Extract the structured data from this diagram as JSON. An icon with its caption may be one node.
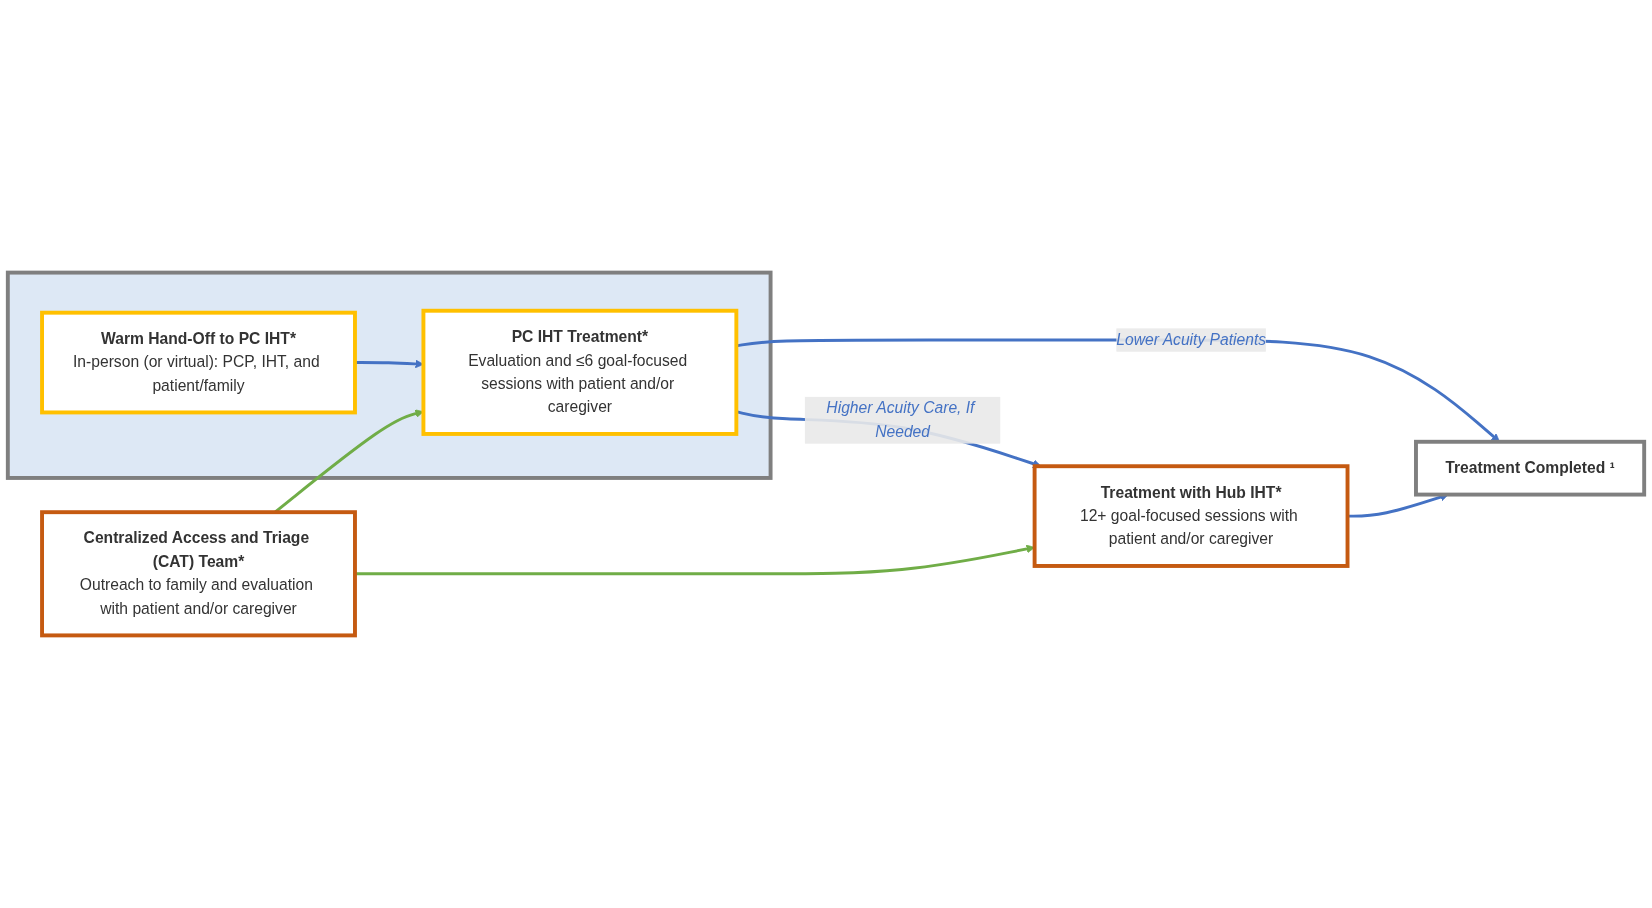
{
  "diagram": {
    "nodes": [
      {
        "text": [
          "Centralized Access and Triage (CAT) Team*",
          "Outreach to family and evaluation with patient and/or caregiver"
        ]
      },
      {
        "text": [],
        "shape": "box"
      },
      {
        "text": [
          "Warm Hand-Off to PC IHT*",
          "In-person (or virtual): PCP, IHT, and patient/family"
        ],
        "in": 1
      },
      {
        "text": [
          "PC IHT Treatment*",
          "Evaluation and ≤6 goal-focused sessions with patient and/or caregiver"
        ],
        "in": 1
      },
      {
        "text": [
          "Treatment Completed ¹"
        ]
      },
      {
        "text": [
          "Treatment with Hub IHT*",
          "12+ goal-focused sessions with patient and/or caregiver"
        ]
      }
    ],
    "edges": [
      {
        "from": 0,
        "to": 3,
        "arrow": "to",
        "color": "#70ad47"
      },
      {
        "from": 2,
        "to": 3,
        "arrow": "to"
      },
      {
        "from": 3,
        "to": 4,
        "arrow": "to",
        "label": "Lower Acuity Patients"
      },
      {
        "from": 3,
        "to": 5,
        "arrow": "to",
        "label": "Higher Acuity Care, If Needed"
      },
      {
        "from": 0,
        "to": 5,
        "arrow": "to",
        "color": "#70ad47"
      },
      {
        "from": 5,
        "to": 4,
        "arrow": "to"
      }
    ]
  }
}
